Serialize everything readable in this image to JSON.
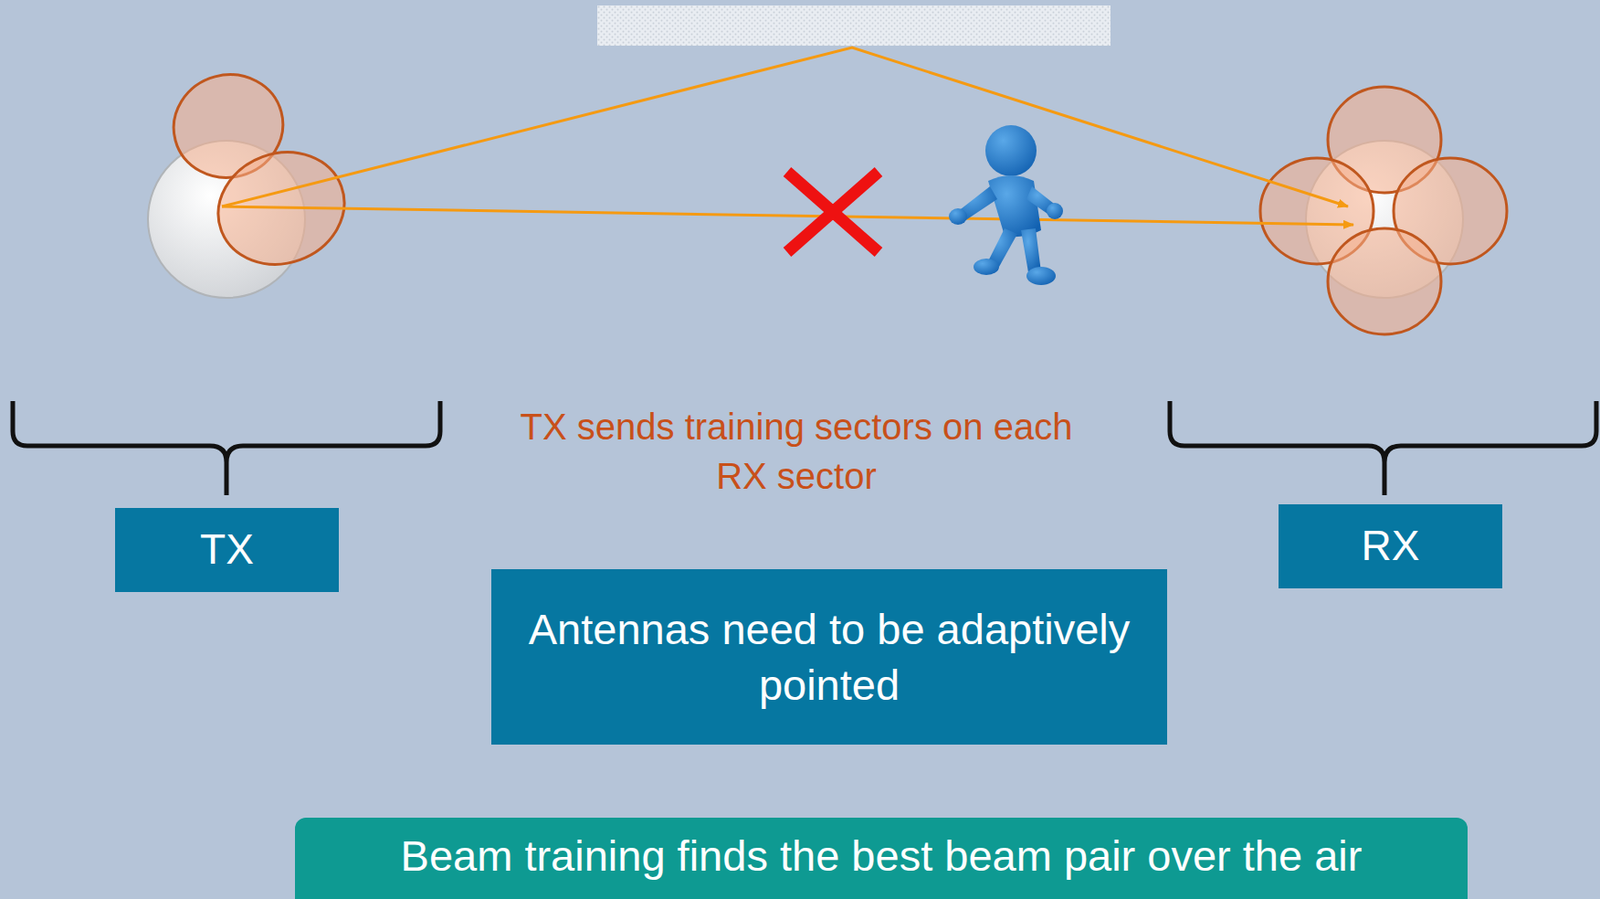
{
  "diagram": {
    "nodes": [
      {
        "text": [
          "TX"
        ]
      },
      {
        "text": [
          "RX"
        ]
      },
      {
        "text": [
          "Antennas need to be adaptively pointed"
        ]
      },
      {
        "text": [
          "Beam training finds the best beam pair over the air"
        ]
      }
    ],
    "labels": [
      "TX sends training sectors on each RX sector"
    ]
  }
}
